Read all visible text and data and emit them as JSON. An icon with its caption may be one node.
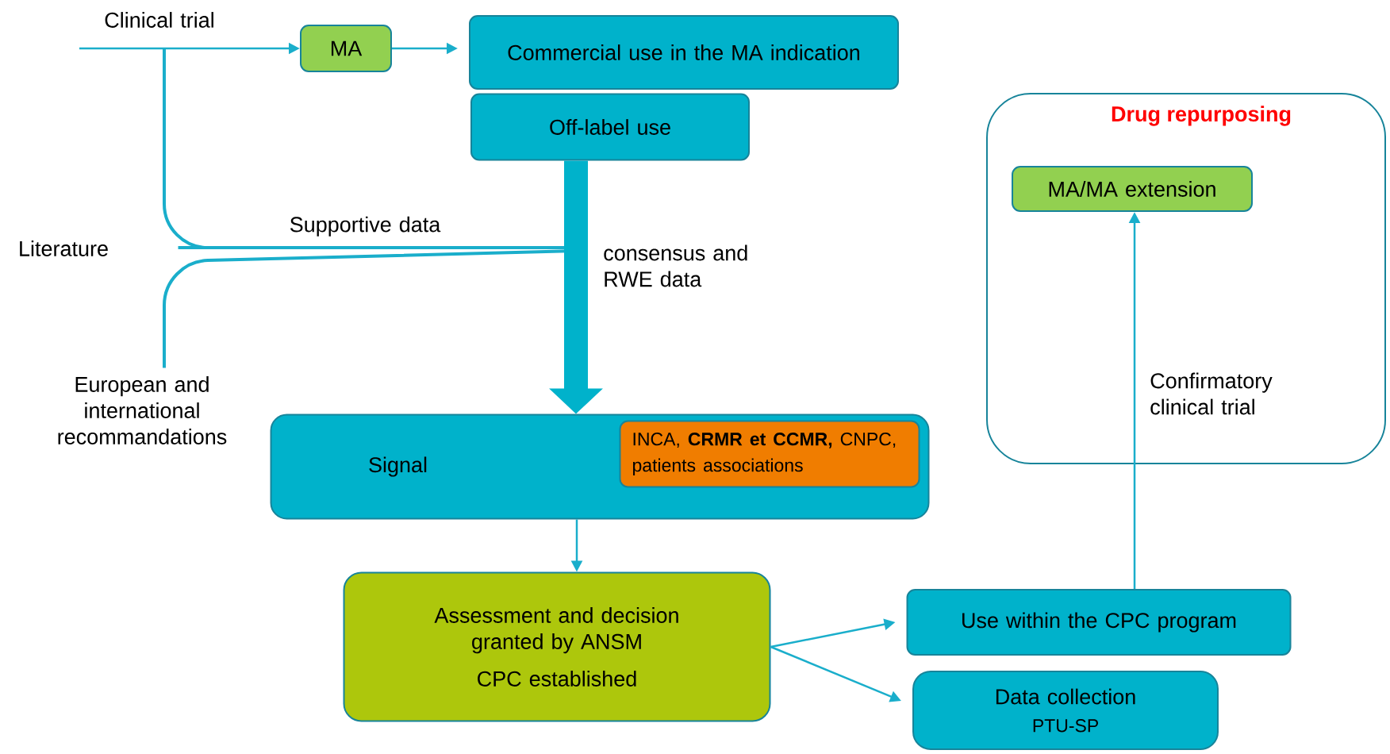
{
  "diagram": {
    "nodes": [
      {
        "text": [
          "Clinical trial"
        ]
      },
      {
        "text": [
          "MA"
        ]
      },
      {
        "text": [
          "Commercial use in the MA indication"
        ]
      },
      {
        "text": [
          "Off-label use"
        ]
      },
      {
        "text": [
          "Literature"
        ]
      },
      {
        "text": [
          "European and international recommandations"
        ]
      },
      {
        "text": [
          "Signal"
        ]
      },
      {
        "text": [
          "INCA, **CRMR et CCMR,** CNPC, patients associations"
        ],
        "in": 6
      },
      {
        "text": [
          "Assessment and decision granted by ANSM",
          "CPC established"
        ]
      },
      {
        "text": [
          "Use within the CPC program"
        ]
      },
      {
        "text": [
          "Data collection",
          "PTU-SP"
        ]
      },
      {
        "text": [
          "Drug repurposing"
        ]
      },
      {
        "text": [
          "MA/MA extension"
        ],
        "in": 11
      }
    ],
    "edges": [
      {
        "from": 0,
        "to": 1,
        "arrow": "to"
      },
      {
        "from": 1,
        "to": 2,
        "arrow": "to"
      },
      {
        "from": 0,
        "to": 6,
        "arrow": "to"
      },
      {
        "from": 4,
        "to": 6,
        "arrow": "to",
        "label": "Supportive data"
      },
      {
        "from": 5,
        "to": 6,
        "arrow": "to"
      },
      {
        "from": 3,
        "to": 6,
        "arrow": "to",
        "style": "thick",
        "label": "consensus and RWE data"
      },
      {
        "from": 6,
        "to": 8,
        "arrow": "to"
      },
      {
        "from": 8,
        "to": 9,
        "arrow": "to"
      },
      {
        "from": 8,
        "to": 10,
        "arrow": "to"
      },
      {
        "from": 9,
        "to": 12,
        "arrow": "to",
        "label": "Confirmatory clinical trial"
      }
    ]
  }
}
